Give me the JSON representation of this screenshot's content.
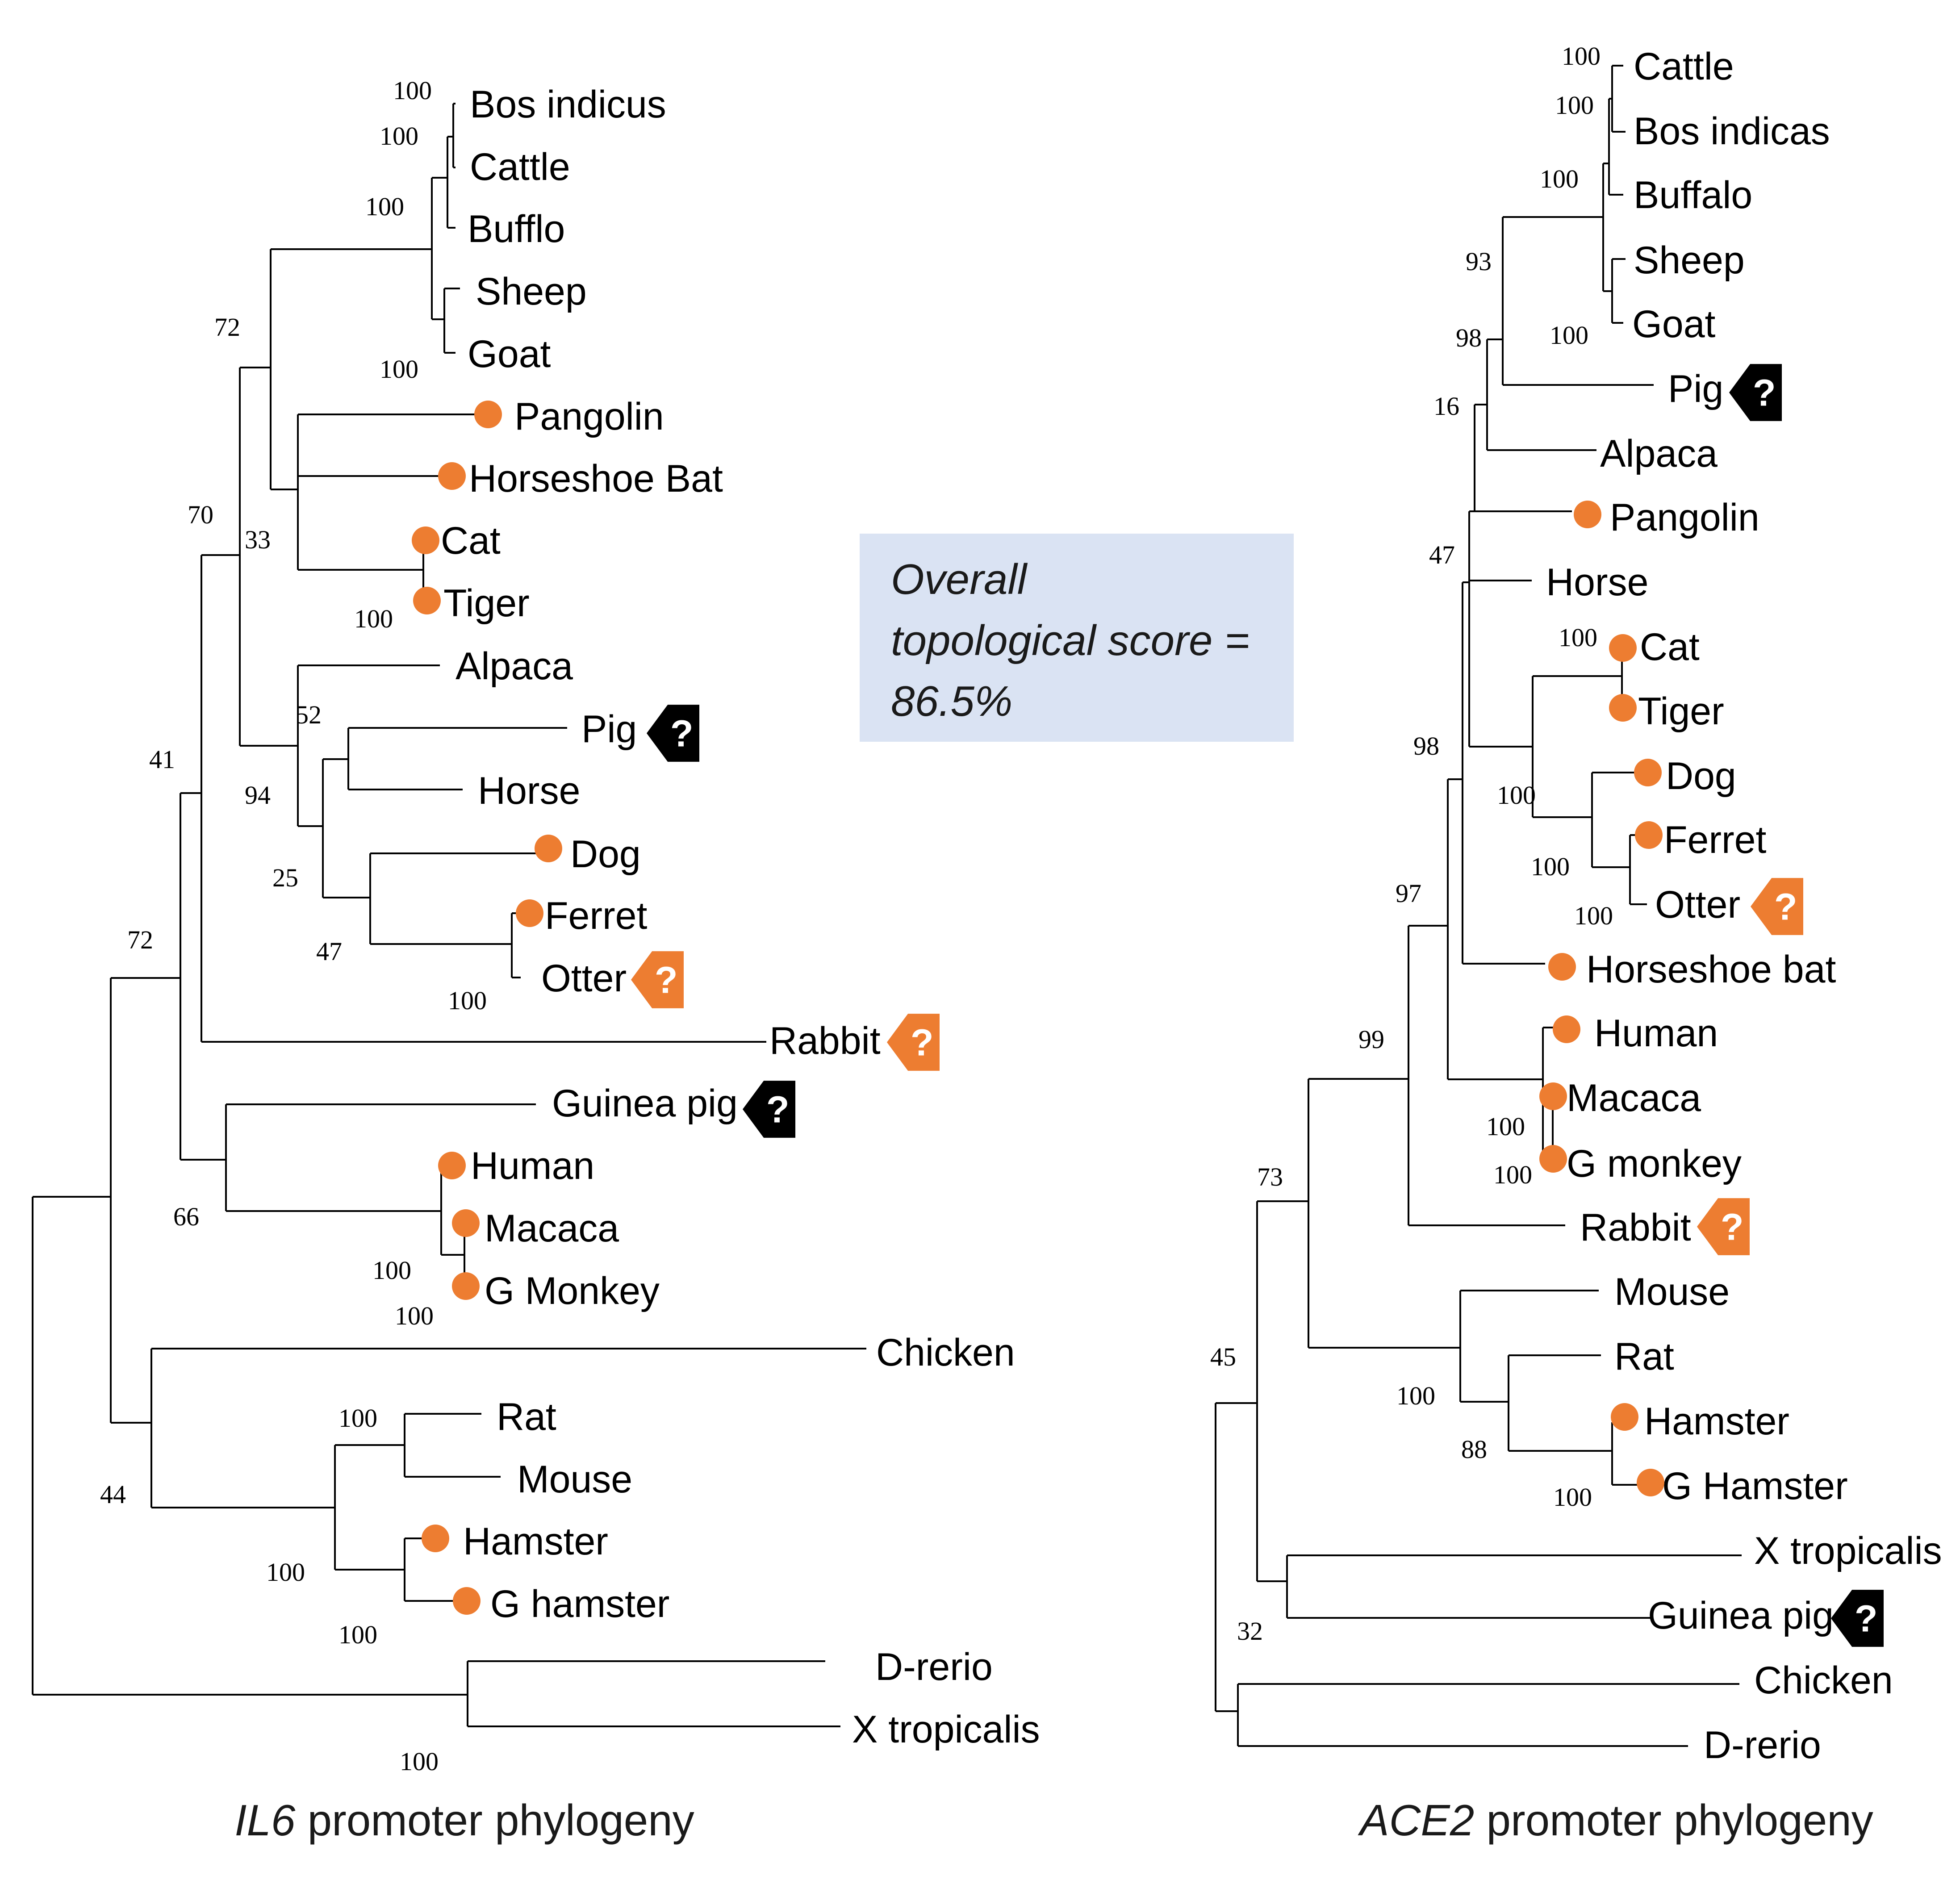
{
  "colors": {
    "infected_marker": "#ED7D31",
    "unknown_marker": "#000000",
    "score_box": "#DAE3F3",
    "branch": "#000000"
  },
  "marker_legend": {
    "infected": "orange-dot-icon",
    "queried": "question-arrow-icon"
  },
  "score_box": {
    "line1": "Overall",
    "line2": "topological score =",
    "line3": "86.5%"
  },
  "trees": [
    {
      "id": "il6",
      "caption_gene": "IL6",
      "caption_rest": " promoter phylogeny",
      "taxa": [
        {
          "name": "Bos indicus",
          "marker": ""
        },
        {
          "name": "Cattle",
          "marker": ""
        },
        {
          "name": "Bufflo",
          "marker": ""
        },
        {
          "name": "Sheep",
          "marker": ""
        },
        {
          "name": "Goat",
          "marker": ""
        },
        {
          "name": "Pangolin",
          "marker": "dot"
        },
        {
          "name": "Horseshoe Bat",
          "marker": "dot"
        },
        {
          "name": "Cat",
          "marker": "dot"
        },
        {
          "name": "Tiger",
          "marker": "dot"
        },
        {
          "name": "Alpaca",
          "marker": ""
        },
        {
          "name": "Pig",
          "marker": "black-arrow"
        },
        {
          "name": "Horse",
          "marker": ""
        },
        {
          "name": "Dog",
          "marker": "dot"
        },
        {
          "name": "Ferret",
          "marker": "dot"
        },
        {
          "name": "Otter",
          "marker": "orange-arrow"
        },
        {
          "name": "Rabbit",
          "marker": "orange-arrow"
        },
        {
          "name": "Guinea pig",
          "marker": "black-arrow"
        },
        {
          "name": "Human",
          "marker": "dot"
        },
        {
          "name": "Macaca",
          "marker": "dot"
        },
        {
          "name": "G Monkey",
          "marker": "dot"
        },
        {
          "name": "Chicken",
          "marker": ""
        },
        {
          "name": "Rat",
          "marker": ""
        },
        {
          "name": "Mouse",
          "marker": ""
        },
        {
          "name": "Hamster",
          "marker": "dot"
        },
        {
          "name": "G hamster",
          "marker": "dot"
        },
        {
          "name": "D-rerio",
          "marker": ""
        },
        {
          "name": "X tropicalis",
          "marker": ""
        }
      ],
      "support_values": [
        "100",
        "100",
        "100",
        "100",
        "72",
        "70",
        "33",
        "100",
        "52",
        "94",
        "25",
        "47",
        "100",
        "41",
        "72",
        "66",
        "100",
        "100",
        "44",
        "100",
        "100",
        "100",
        "100"
      ]
    },
    {
      "id": "ace2",
      "caption_gene": "ACE2",
      "caption_rest": " promoter phylogeny",
      "taxa": [
        {
          "name": "Cattle",
          "marker": ""
        },
        {
          "name": "Bos indicas",
          "marker": ""
        },
        {
          "name": "Buffalo",
          "marker": ""
        },
        {
          "name": "Sheep",
          "marker": ""
        },
        {
          "name": "Goat",
          "marker": ""
        },
        {
          "name": "Pig",
          "marker": "black-arrow"
        },
        {
          "name": "Alpaca",
          "marker": ""
        },
        {
          "name": "Pangolin",
          "marker": "dot"
        },
        {
          "name": "Horse",
          "marker": ""
        },
        {
          "name": "Cat",
          "marker": "dot"
        },
        {
          "name": "Tiger",
          "marker": "dot"
        },
        {
          "name": "Dog",
          "marker": "dot"
        },
        {
          "name": "Ferret",
          "marker": "dot"
        },
        {
          "name": "Otter",
          "marker": "orange-arrow"
        },
        {
          "name": "Horseshoe bat",
          "marker": "dot"
        },
        {
          "name": "Human",
          "marker": "dot"
        },
        {
          "name": "Macaca",
          "marker": "dot"
        },
        {
          "name": "G monkey",
          "marker": "dot"
        },
        {
          "name": "Rabbit",
          "marker": "orange-arrow"
        },
        {
          "name": "Mouse",
          "marker": ""
        },
        {
          "name": "Rat",
          "marker": ""
        },
        {
          "name": "Hamster",
          "marker": "dot"
        },
        {
          "name": "G Hamster",
          "marker": "dot"
        },
        {
          "name": "X tropicalis",
          "marker": ""
        },
        {
          "name": "Guinea pig",
          "marker": "black-arrow"
        },
        {
          "name": "Chicken",
          "marker": ""
        },
        {
          "name": "D-rerio",
          "marker": ""
        }
      ],
      "support_values": [
        "100",
        "100",
        "100",
        "100",
        "93",
        "98",
        "16",
        "47",
        "100",
        "100",
        "100",
        "100",
        "98",
        "97",
        "100",
        "100",
        "99",
        "73",
        "100",
        "88",
        "100",
        "45",
        "32"
      ]
    }
  ]
}
